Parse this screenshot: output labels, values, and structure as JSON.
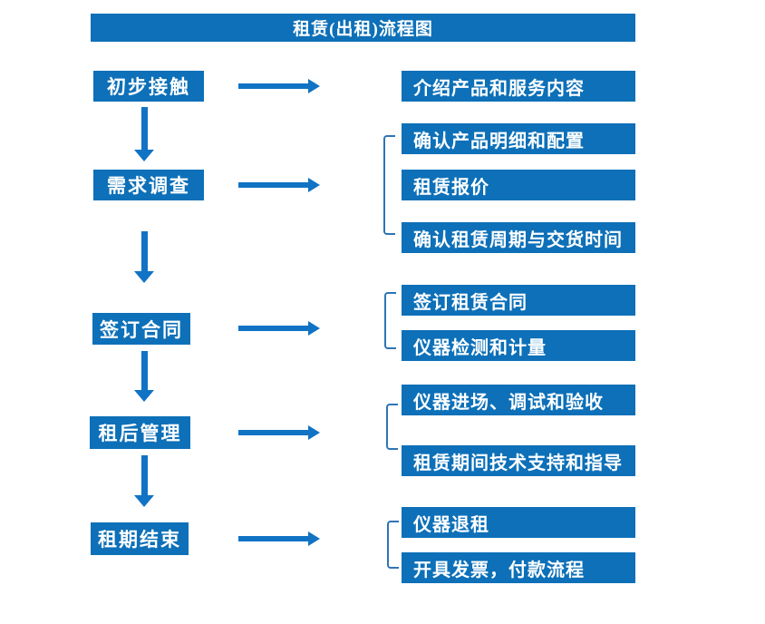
{
  "title": "租赁(出租)流程图",
  "colors": {
    "box_blue": "#0d70b8",
    "arrow_blue": "#1173c4",
    "bracket_blue": "#2e75b6",
    "text_white": "#ffffff",
    "background": "#ffffff"
  },
  "steps": [
    {
      "label": "初步接触",
      "items": [
        "介绍产品和服务内容"
      ]
    },
    {
      "label": "需求调查",
      "items": [
        "确认产品明细和配置",
        "租赁报价",
        "确认租赁周期与交货时间"
      ]
    },
    {
      "label": "签订合同",
      "items": [
        "签订租赁合同",
        "仪器检测和计量"
      ]
    },
    {
      "label": "租后管理",
      "items": [
        "仪器进场、调试和验收",
        "租赁期间技术支持和指导"
      ]
    },
    {
      "label": "租期结束",
      "items": [
        "仪器退租",
        "开具发票，付款流程"
      ]
    }
  ]
}
